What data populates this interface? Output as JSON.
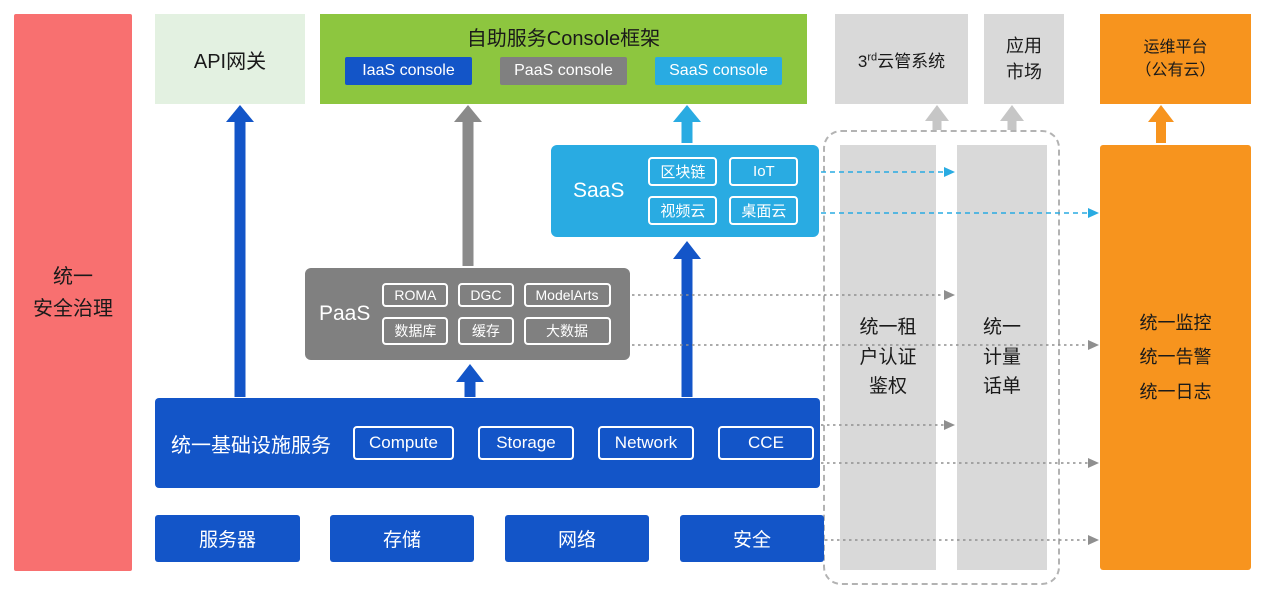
{
  "colors": {
    "blue": "#1355c8",
    "cyan": "#29abe2",
    "green": "#8dc63f",
    "light_green": "#e3f1e1",
    "gray": "#808080",
    "light_gray": "#d9d9d9",
    "orange": "#f7941e",
    "red": "#f87070"
  },
  "security_bar": {
    "lines": [
      "统一",
      "安全治理"
    ]
  },
  "api_gateway": {
    "label": "API网关"
  },
  "console_frame": {
    "title": "自助服务Console框架",
    "consoles": [
      {
        "label": "IaaS console"
      },
      {
        "label": "PaaS console"
      },
      {
        "label": "SaaS console"
      }
    ]
  },
  "third_cloud": {
    "base": "3",
    "sup": "rd",
    "rest": "云管系统"
  },
  "app_market": {
    "lines": [
      "应用",
      "市场"
    ]
  },
  "om_platform": {
    "lines": [
      "运维平台",
      "（公有云）"
    ]
  },
  "saas": {
    "label": "SaaS",
    "services": [
      "区块链",
      "IoT",
      "视频云",
      "桌面云"
    ]
  },
  "paas": {
    "label": "PaaS",
    "services": [
      "ROMA",
      "DGC",
      "ModelArts",
      "数据库",
      "缓存",
      "大数据"
    ]
  },
  "infrastructure": {
    "label": "统一基础设施服务",
    "services": [
      "Compute",
      "Storage",
      "Network",
      "CCE"
    ]
  },
  "hardware": {
    "items": [
      "服务器",
      "存储",
      "网络",
      "安全"
    ]
  },
  "auth_bar": {
    "lines": [
      "统一租",
      "户认证",
      "鉴权"
    ]
  },
  "metering_bar": {
    "lines": [
      "统一",
      "计量",
      "话单"
    ]
  },
  "monitor_bar": {
    "lines": [
      "统一监控",
      "统一告警",
      "统一日志"
    ]
  }
}
